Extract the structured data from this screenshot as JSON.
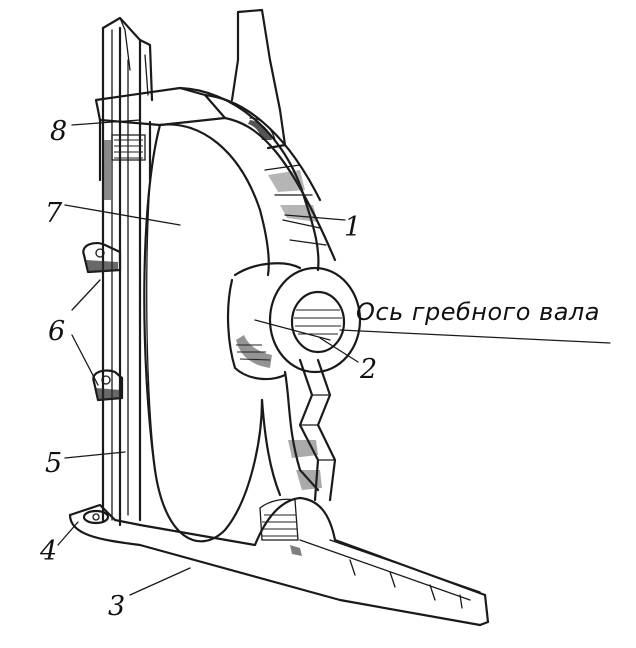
{
  "diagram": {
    "axis_label": "Ось гребного вала",
    "labels": {
      "n1": "1",
      "n2": "2",
      "n3": "3",
      "n4": "4",
      "n5": "5",
      "n6": "6",
      "n7": "7",
      "n8": "8"
    }
  },
  "colors": {
    "ink": "#1a1a1a",
    "paper": "#ffffff"
  }
}
